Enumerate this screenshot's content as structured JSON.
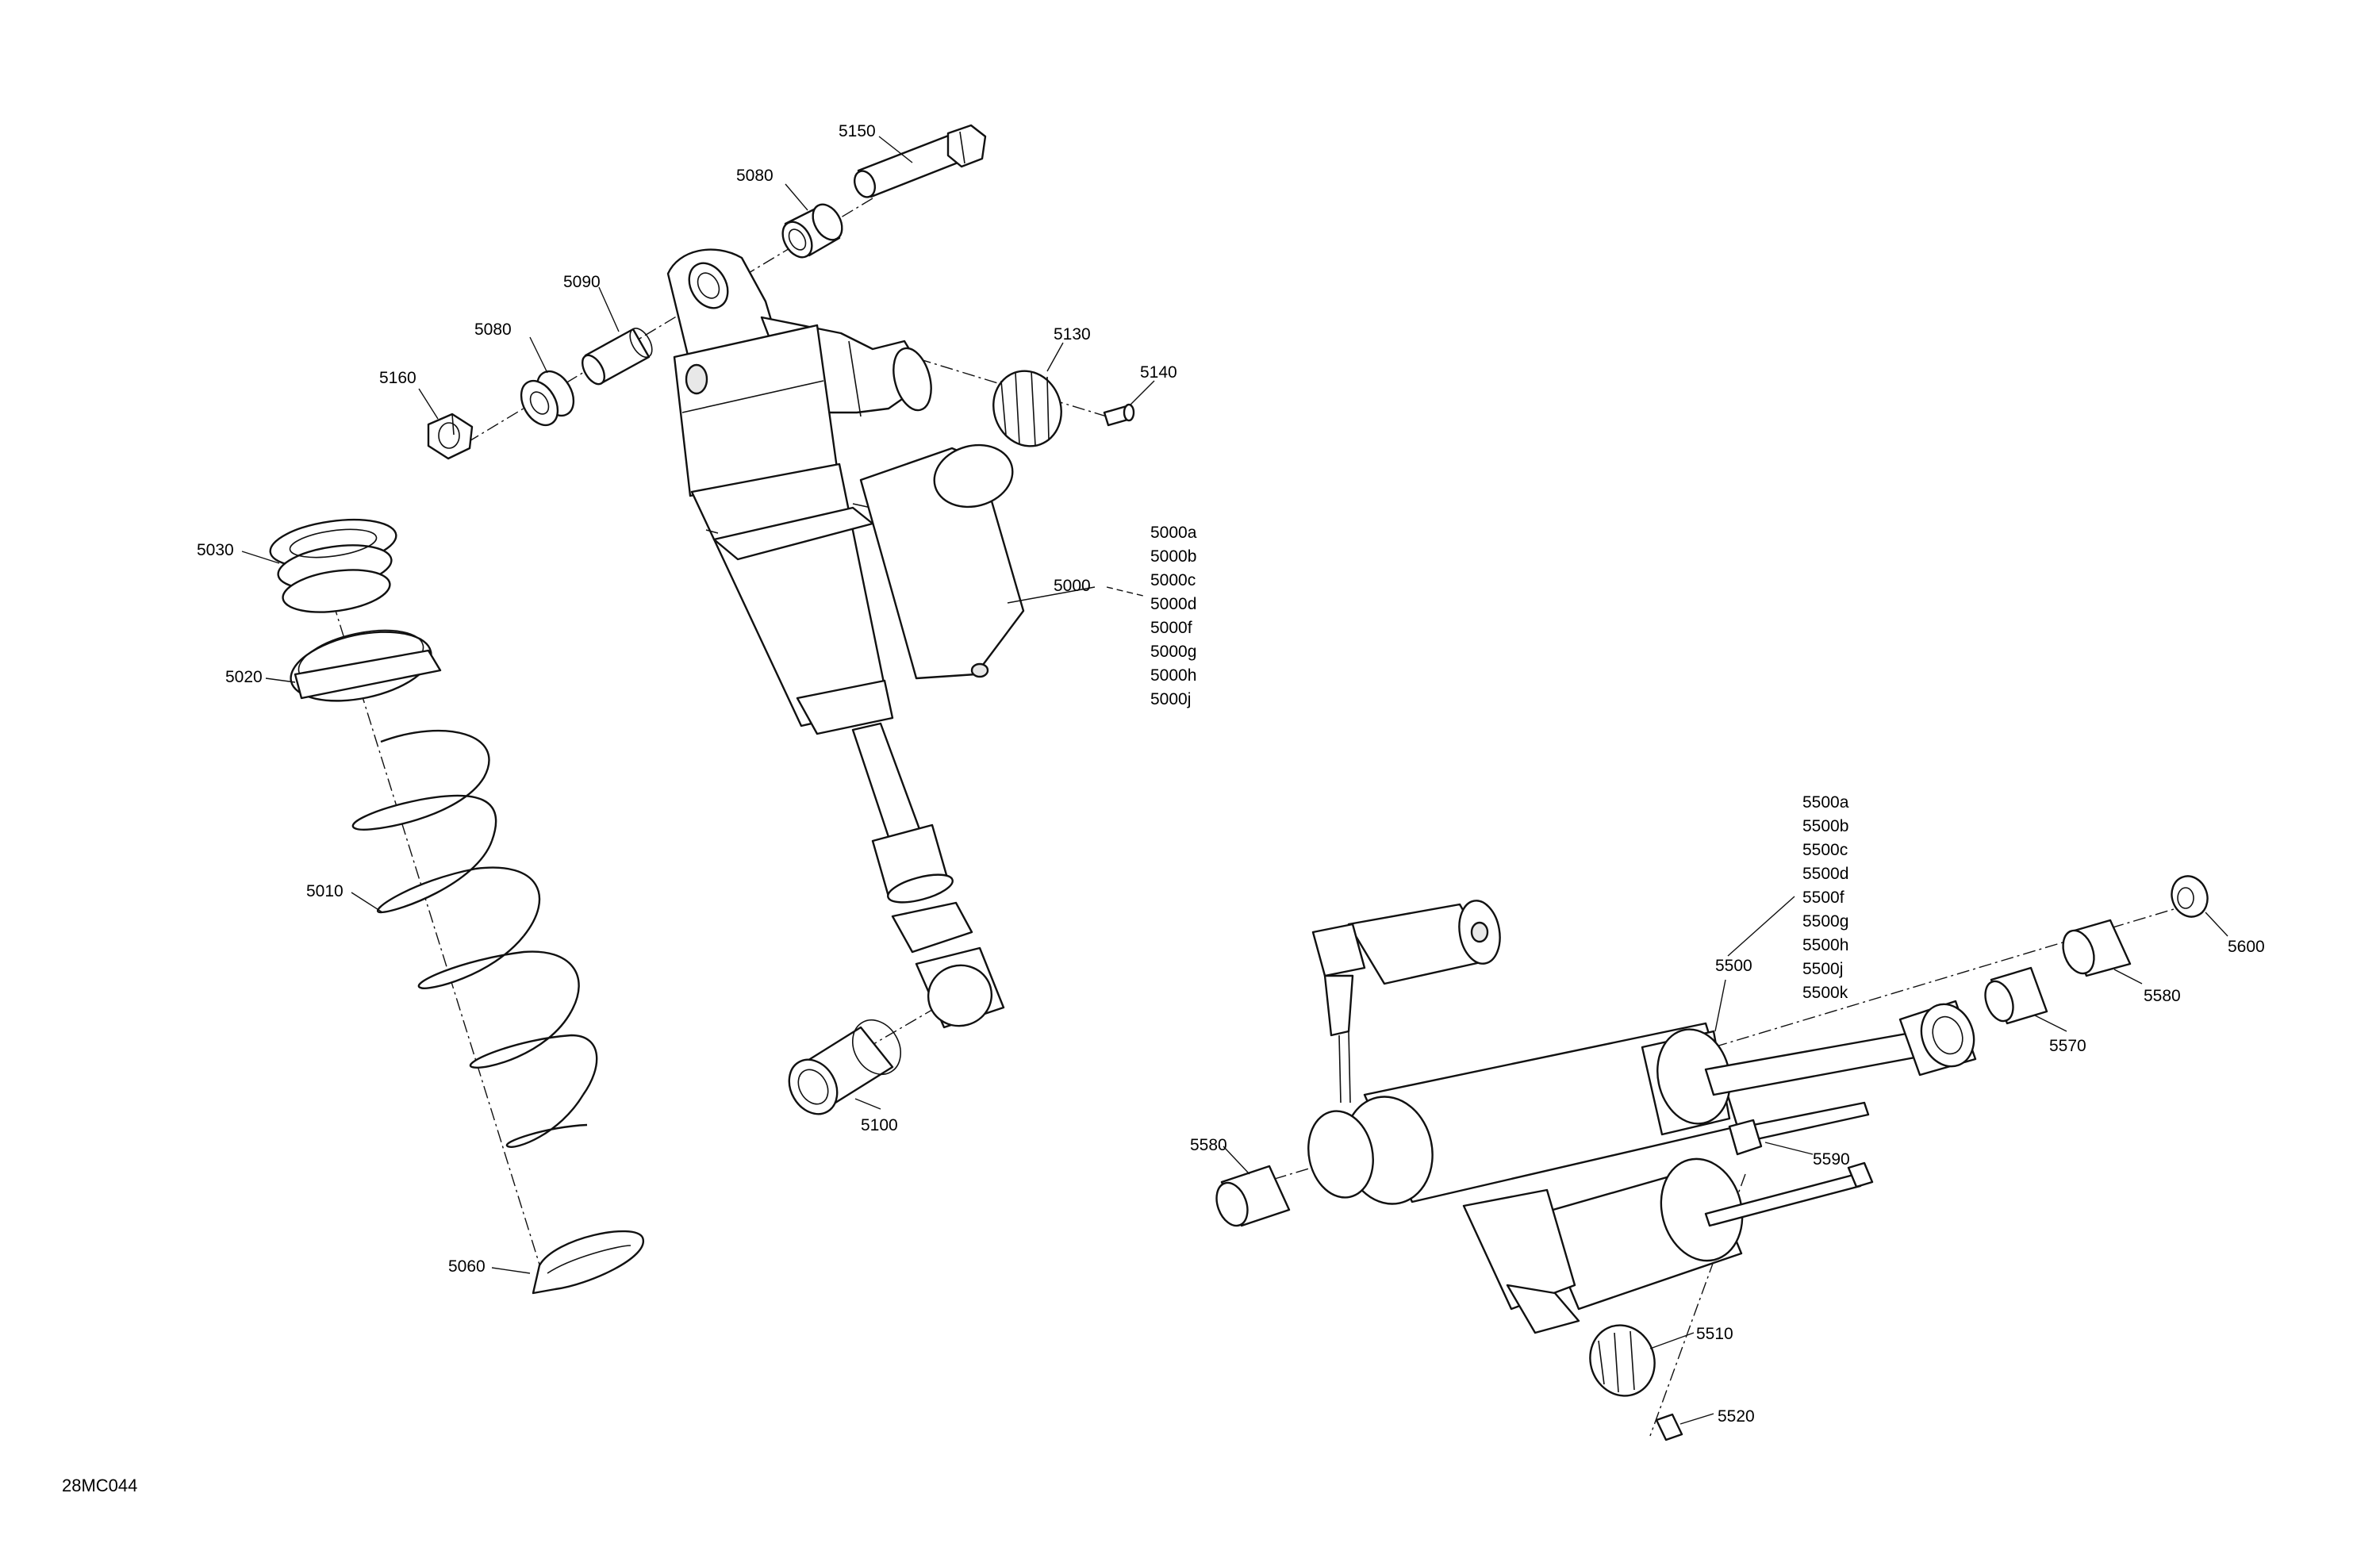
{
  "drawing_code": "28MC044",
  "front_shock": {
    "callouts": [
      {
        "id": "c5150",
        "label": "5150"
      },
      {
        "id": "c5080a",
        "label": "5080"
      },
      {
        "id": "c5090",
        "label": "5090"
      },
      {
        "id": "c5080b",
        "label": "5080"
      },
      {
        "id": "c5160",
        "label": "5160"
      },
      {
        "id": "c5130",
        "label": "5130"
      },
      {
        "id": "c5140",
        "label": "5140"
      },
      {
        "id": "c5030",
        "label": "5030"
      },
      {
        "id": "c5020",
        "label": "5020"
      },
      {
        "id": "c5010",
        "label": "5010"
      },
      {
        "id": "c5060",
        "label": "5060"
      },
      {
        "id": "c5100",
        "label": "5100"
      },
      {
        "id": "c5000",
        "label": "5000"
      }
    ],
    "variants": [
      "5000a",
      "5000b",
      "5000c",
      "5000d",
      "5000f",
      "5000g",
      "5000h",
      "5000j"
    ]
  },
  "rear_shock": {
    "callouts": [
      {
        "id": "c5500",
        "label": "5500"
      },
      {
        "id": "c5600",
        "label": "5600"
      },
      {
        "id": "c5580a",
        "label": "5580"
      },
      {
        "id": "c5570",
        "label": "5570"
      },
      {
        "id": "c5590",
        "label": "5590"
      },
      {
        "id": "c5580b",
        "label": "5580"
      },
      {
        "id": "c5510",
        "label": "5510"
      },
      {
        "id": "c5520",
        "label": "5520"
      }
    ],
    "variants": [
      "5500a",
      "5500b",
      "5500c",
      "5500d",
      "5500f",
      "5500g",
      "5500h",
      "5500j",
      "5500k"
    ]
  }
}
